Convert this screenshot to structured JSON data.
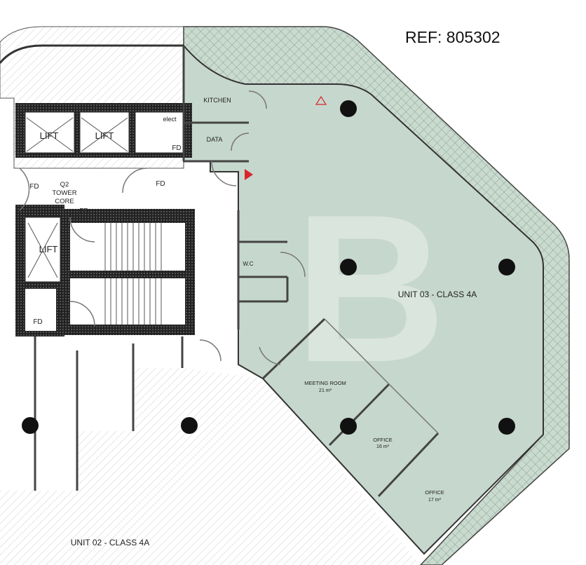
{
  "ref": "REF: 805302",
  "colors": {
    "unit": "#c6d7cd",
    "terrace": "#b9cdc1",
    "wall": "#2b2b2b",
    "marker": "#d8262b",
    "watermark": "#e8efea"
  },
  "watermark_letter": "B",
  "labels": {
    "kitchen": "KITCHEN",
    "data": "DATA",
    "elect": "elect",
    "lift": "LIFT",
    "fd": "FD",
    "core_line1": "Q2",
    "core_line2": "TOWER",
    "core_line3": "CORE",
    "wc": "W.C",
    "unit03": "UNIT 03 - CLASS 4A",
    "unit02": "UNIT 02 - CLASS 4A",
    "meeting_room": "MEETING ROOM",
    "meeting_room_area": "21 m²",
    "office1": "OFFICE",
    "office1_area": "16 m²",
    "office2": "OFFICE",
    "office2_area": "17 m²"
  }
}
